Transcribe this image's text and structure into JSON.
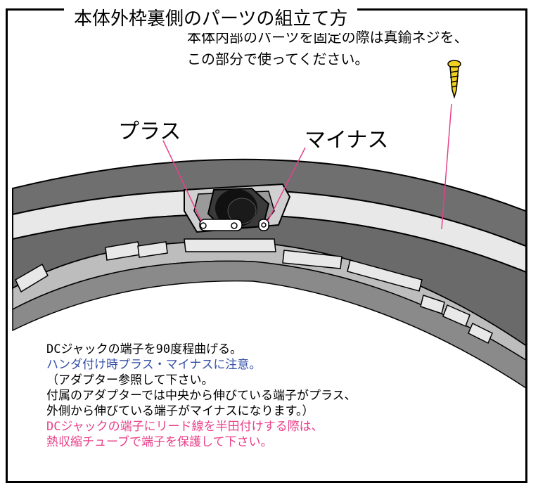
{
  "title": "本体外枠裏側のパーツの組立て方",
  "screw_note": {
    "line1": "本体内部のパーツを固定の際は真鍮ネジを、",
    "line2": "この部分で使ってください。"
  },
  "labels": {
    "plus": "プラス",
    "minus": "マイナス"
  },
  "notes": [
    {
      "text": "DCジャックの端子を90度程曲げる。",
      "color": "#000000"
    },
    {
      "text": "ハンダ付け時プラス・マイナスに注意。",
      "color": "#3550a8"
    },
    {
      "text": "（アダプター参照して下さい。",
      "color": "#000000"
    },
    {
      "text": "付属のアダプターでは中央から伸びている端子がプラス、",
      "color": "#000000"
    },
    {
      "text": "外側から伸びている端子がマイナスになります。）",
      "color": "#000000"
    },
    {
      "text": "DCジャックの端子にリード線を半田付けする際は、",
      "color": "#e8408a"
    },
    {
      "text": "熱収縮チューブで端子を保護して下さい。",
      "color": "#e8408a"
    }
  ],
  "colors": {
    "ring_dark": "#6a6a6a",
    "ring_light": "#e6e6e6",
    "leader_pink": "#e8408a",
    "screw_gold": "#f0d020"
  }
}
